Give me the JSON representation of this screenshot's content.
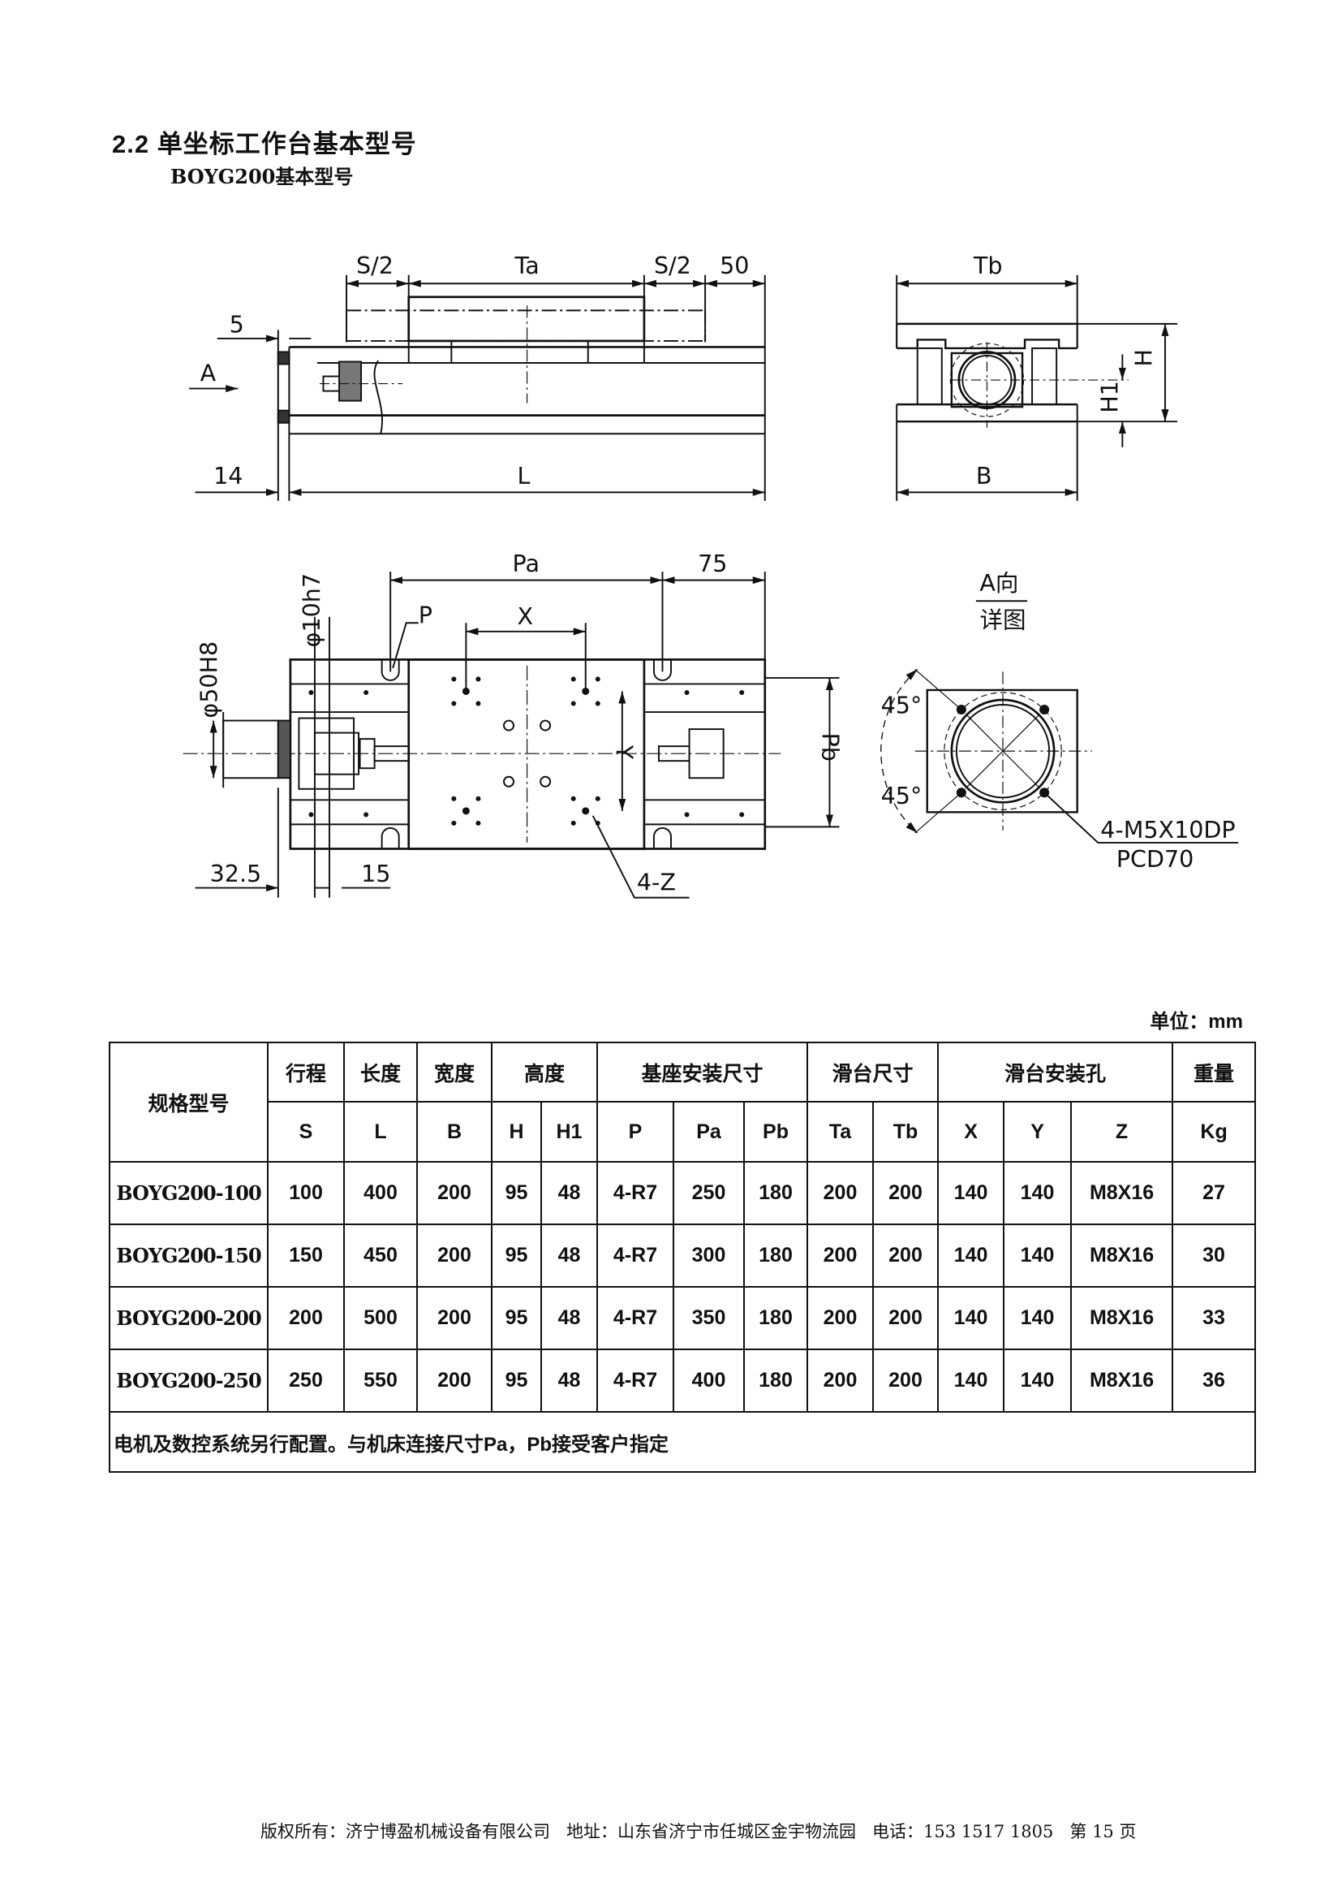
{
  "title": "2.2 单坐标工作台基本型号",
  "subtitle": "BOYG200基本型号",
  "front_view": {
    "s2_left": "S/2",
    "ta": "Ta",
    "s2_right": "S/2",
    "fifty": "50",
    "five": "5",
    "a": "A",
    "fourteen": "14",
    "l": "L"
  },
  "side_view": {
    "tb": "Tb",
    "h": "H",
    "h1": "H1",
    "b": "B"
  },
  "plan_view": {
    "pa": "Pa",
    "seventyfive": "75",
    "p": "P",
    "x": "X",
    "shaft": "φ10h7",
    "bore": "φ50H8",
    "y": "Y",
    "pb": "Pb",
    "offset1": "32.5",
    "offset2": "15",
    "holes": "4-Z"
  },
  "detail_view": {
    "dir": "A向",
    "detail": "详图",
    "angle1": "45°",
    "angle2": "45°",
    "thread": "4-M5X10DP",
    "pcd": "PCD70"
  },
  "unit": "单位：mm",
  "table": {
    "model_header": "规格型号",
    "groups": [
      "行程",
      "长度",
      "宽度",
      "高度",
      "基座安装尺寸",
      "滑台尺寸",
      "滑台安装孔",
      "重量"
    ],
    "columns": [
      "S",
      "L",
      "B",
      "H",
      "H1",
      "P",
      "Pa",
      "Pb",
      "Ta",
      "Tb",
      "X",
      "Y",
      "Z",
      "Kg"
    ],
    "rows": [
      [
        "BOYG200-100",
        "100",
        "400",
        "200",
        "95",
        "48",
        "4-R7",
        "250",
        "180",
        "200",
        "200",
        "140",
        "140",
        "M8X16",
        "27"
      ],
      [
        "BOYG200-150",
        "150",
        "450",
        "200",
        "95",
        "48",
        "4-R7",
        "300",
        "180",
        "200",
        "200",
        "140",
        "140",
        "M8X16",
        "30"
      ],
      [
        "BOYG200-200",
        "200",
        "500",
        "200",
        "95",
        "48",
        "4-R7",
        "350",
        "180",
        "200",
        "200",
        "140",
        "140",
        "M8X16",
        "33"
      ],
      [
        "BOYG200-250",
        "250",
        "550",
        "200",
        "95",
        "48",
        "4-R7",
        "400",
        "180",
        "200",
        "200",
        "140",
        "140",
        "M8X16",
        "36"
      ]
    ],
    "note": "电机及数控系统另行配置。与机床连接尺寸Pa，Pb接受客户指定"
  },
  "footer": "版权所有：济宁博盈机械设备有限公司   地址：山东省济宁市任城区金宇物流园   电话：153 1517 1805   第 15 页"
}
